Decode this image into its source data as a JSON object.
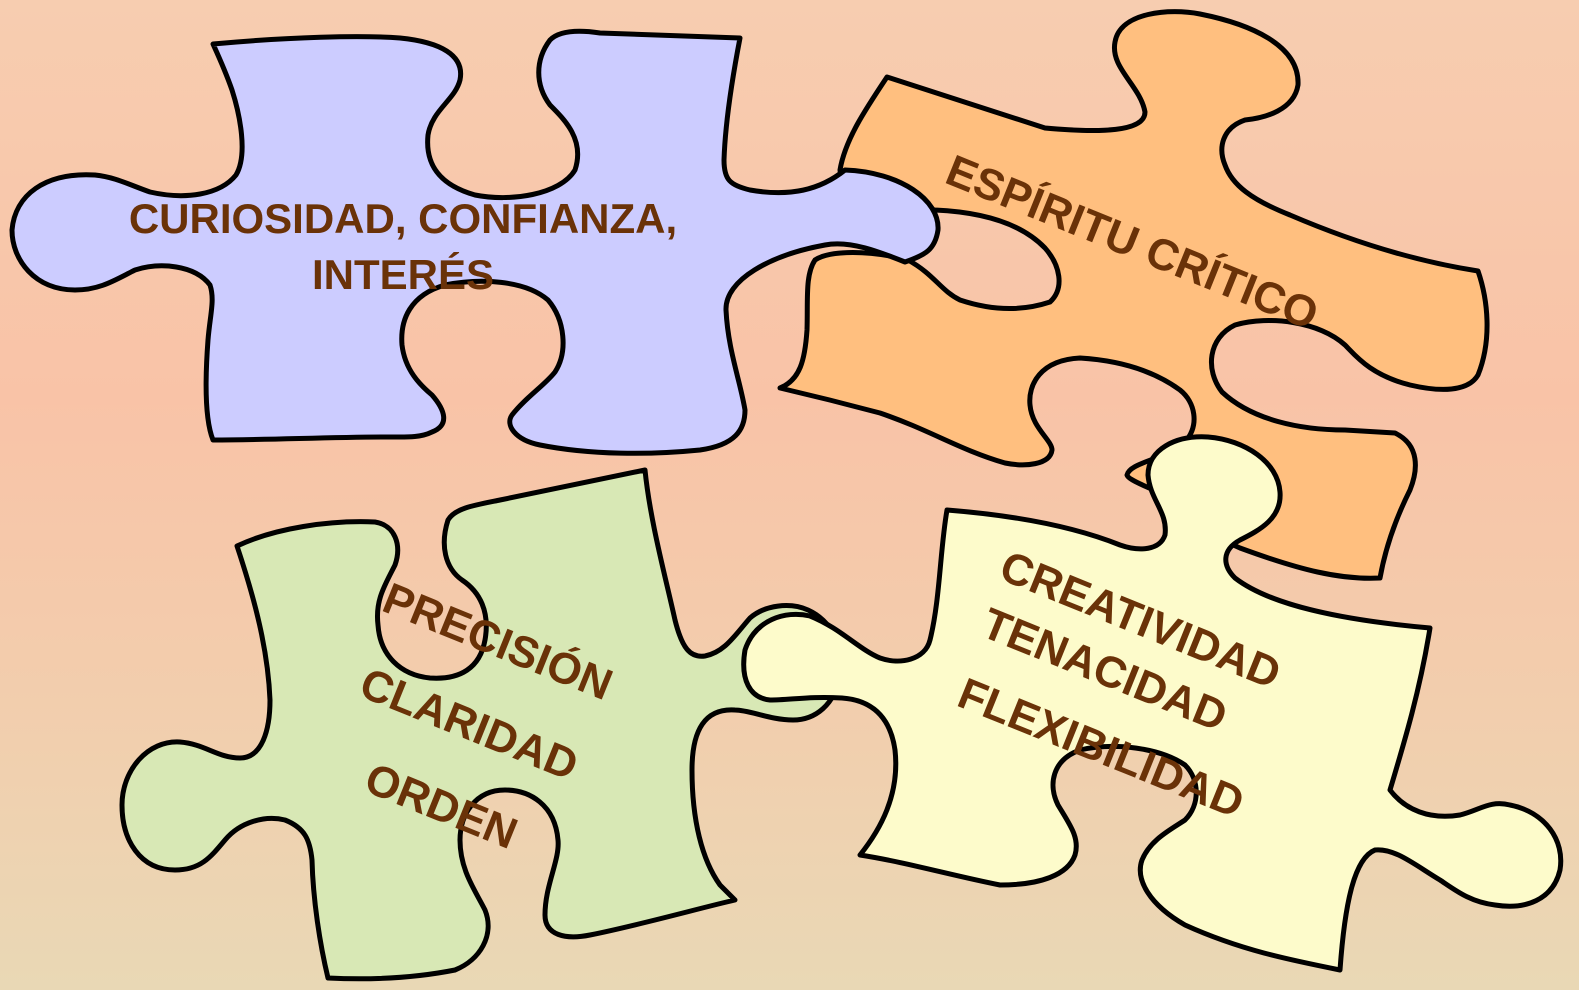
{
  "colors": {
    "blue_piece": "#ccccff",
    "orange_piece": "#ffbf7f",
    "green_piece": "#d8e8b5",
    "yellow_piece": "#fdfbcb",
    "text": "#6a3208",
    "outline": "#000000"
  },
  "pieces": {
    "blue": {
      "line1": "CURIOSIDAD, CONFIANZA,",
      "line2": "INTERÉS"
    },
    "orange": {
      "line1": "ESPÍRITU CRÍTICO"
    },
    "green": {
      "line1": "PRECISIÓN",
      "line2": "CLARIDAD",
      "line3": "ORDEN"
    },
    "yellow": {
      "line1": "CREATIVIDAD",
      "line2": "TENACIDAD",
      "line3": "FLEXIBILIDAD"
    }
  }
}
